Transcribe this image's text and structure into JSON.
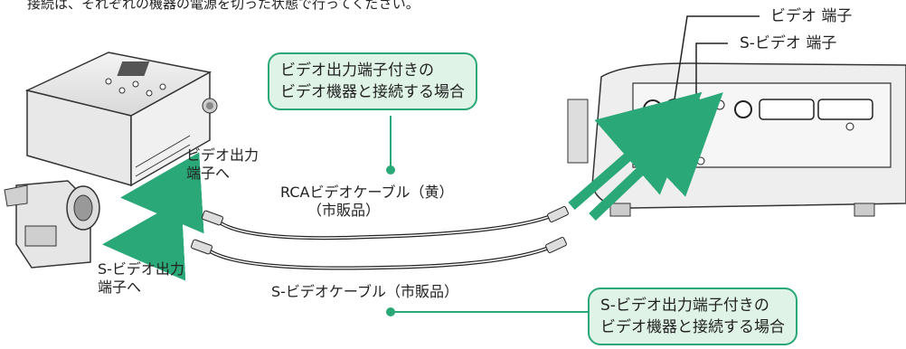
{
  "header_text": "接続は、それぞれの機器の電源を切った状態で行ってください。",
  "port_labels": {
    "video": "ビデオ 端子",
    "s_video": "S-ビデオ 端子"
  },
  "callouts": {
    "video": [
      "ビデオ出力端子付きの",
      "ビデオ機器と接続する場合"
    ],
    "s_video": [
      "S-ビデオ出力端子付きの",
      "ビデオ機器と接続する場合"
    ]
  },
  "device_labels": {
    "video_out": [
      "ビデオ出力",
      "端子へ"
    ],
    "s_video_out": [
      "S-ビデオ出力",
      "端子へ"
    ]
  },
  "cables": {
    "rca": [
      "RCAビデオケーブル（黄）",
      "（市販品）"
    ],
    "s_video": "S-ビデオケーブル（市販品）"
  },
  "colors": {
    "accent_green": "#2aa877",
    "callout_fill": "#dff3e6",
    "line_dark": "#222222"
  }
}
